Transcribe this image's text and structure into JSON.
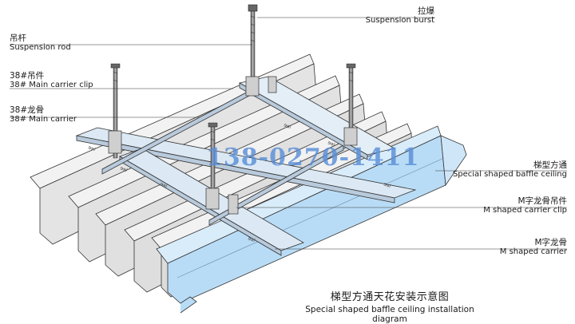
{
  "labels": {
    "suspension_burst": {
      "cn": "拉爆",
      "en": "Suspension burst"
    },
    "suspension_rod": {
      "cn": "吊杆",
      "en": "Suspension rod"
    },
    "main_carrier_clip": {
      "cn": "38#吊件",
      "en": "38# Main carrier clip"
    },
    "main_carrier": {
      "cn": "38#龙骨",
      "en": "38# Main carrier"
    },
    "baffle_ceiling": {
      "cn": "梯型方通",
      "en": "Special shaped baffle ceiling"
    },
    "m_carrier_clip": {
      "cn": "M字龙骨吊件",
      "en": "M shaped carrier clip"
    },
    "m_carrier": {
      "cn": "M字龙骨",
      "en": "M shaped carrier"
    }
  },
  "caption": {
    "cn": "梯型方通天花安装示意图",
    "en": "Special shaped baffle ceiling installation diagram"
  },
  "watermark": "138-0270-1411",
  "colors": {
    "baffle_grey": "#e6e6e6",
    "baffle_blue": "#b9dcf6",
    "carrier": "#dce9f4",
    "outline": "#333333"
  }
}
